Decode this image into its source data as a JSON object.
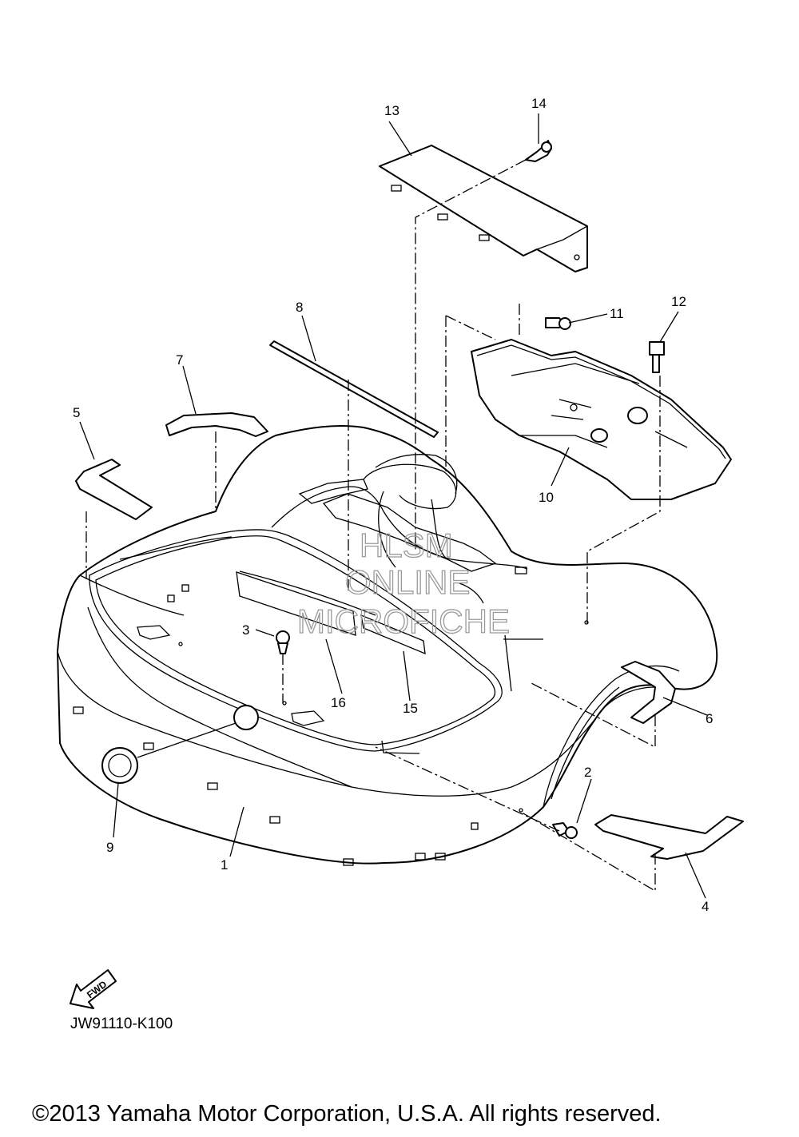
{
  "diagram": {
    "callouts": [
      "1",
      "2",
      "3",
      "4",
      "5",
      "6",
      "7",
      "8",
      "9",
      "10",
      "11",
      "12",
      "13",
      "14",
      "15",
      "16"
    ],
    "fwd_label": "FWD",
    "watermark": [
      "HLSM",
      "ONLINE",
      "MICROFICHE"
    ],
    "diagram_code": "JW91110-K100",
    "copyright": "©2013 Yamaha Motor Corporation, U.S.A. All rights reserved."
  }
}
